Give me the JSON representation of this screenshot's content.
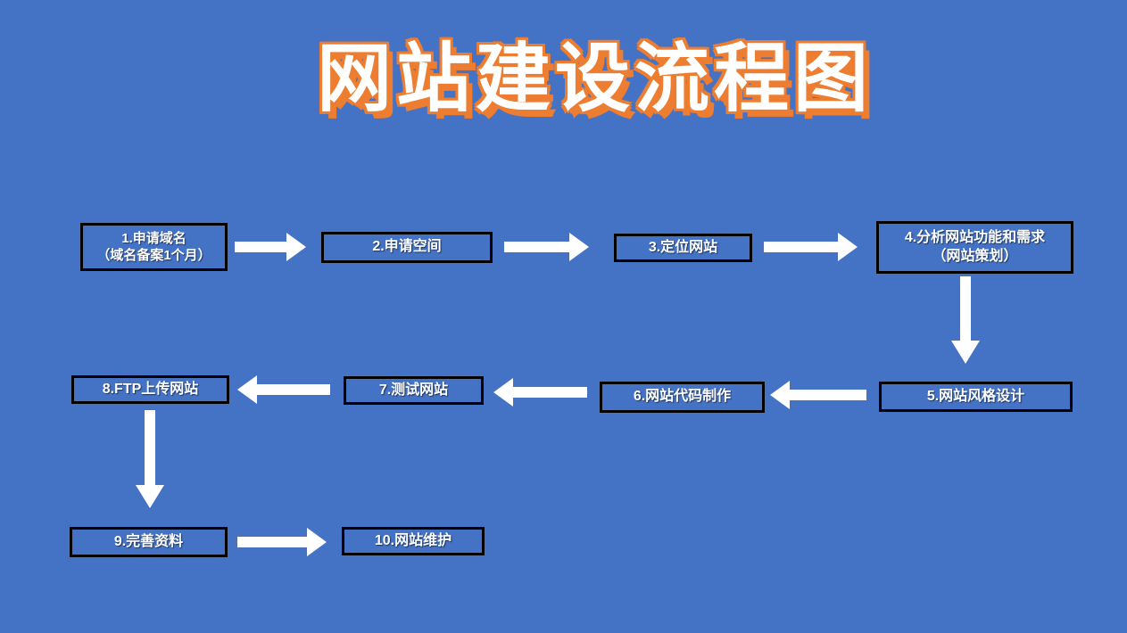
{
  "title": "网站建设流程图",
  "colors": {
    "background": "#4472C4",
    "title_fill": "#FFFFFF",
    "title_outline": "#ED7D31",
    "box_border": "#000000",
    "box_text": "#FFFFFF",
    "arrow": "#FFFFFF"
  },
  "nodes": [
    {
      "step": 1,
      "label": "1.申请域名\n（域名备案1个月）"
    },
    {
      "step": 2,
      "label": "2.申请空间"
    },
    {
      "step": 3,
      "label": "3.定位网站"
    },
    {
      "step": 4,
      "label": "4.分析网站功能和需求\n（网站策划）"
    },
    {
      "step": 5,
      "label": "5.网站风格设计"
    },
    {
      "step": 6,
      "label": "6.网站代码制作"
    },
    {
      "step": 7,
      "label": "7.测试网站"
    },
    {
      "step": 8,
      "label": "8.FTP上传网站"
    },
    {
      "step": 9,
      "label": "9.完善资料"
    },
    {
      "step": 10,
      "label": "10.网站维护"
    }
  ],
  "edges": [
    {
      "from": 1,
      "to": 2,
      "direction": "right"
    },
    {
      "from": 2,
      "to": 3,
      "direction": "right"
    },
    {
      "from": 3,
      "to": 4,
      "direction": "right"
    },
    {
      "from": 4,
      "to": 5,
      "direction": "down"
    },
    {
      "from": 5,
      "to": 6,
      "direction": "left"
    },
    {
      "from": 6,
      "to": 7,
      "direction": "left"
    },
    {
      "from": 7,
      "to": 8,
      "direction": "left"
    },
    {
      "from": 8,
      "to": 9,
      "direction": "down"
    },
    {
      "from": 9,
      "to": 10,
      "direction": "right"
    }
  ]
}
